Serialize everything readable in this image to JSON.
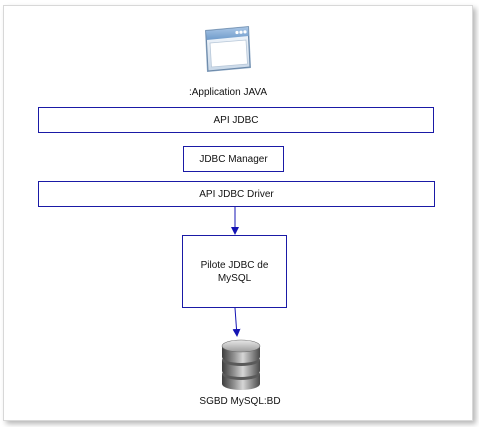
{
  "application": {
    "label": ":Application JAVA",
    "icon": "application-window-icon"
  },
  "layers": {
    "api_jdbc": "API JDBC",
    "jdbc_manager": "JDBC Manager",
    "api_jdbc_driver": "API JDBC Driver",
    "mysql_driver": "Pilote JDBC de MySQL"
  },
  "database": {
    "label": "SGBD MySQL:BD",
    "icon": "database-cylinder-icon"
  },
  "colors": {
    "box_border": "#1a1aa6",
    "connector": "#1414b4"
  }
}
